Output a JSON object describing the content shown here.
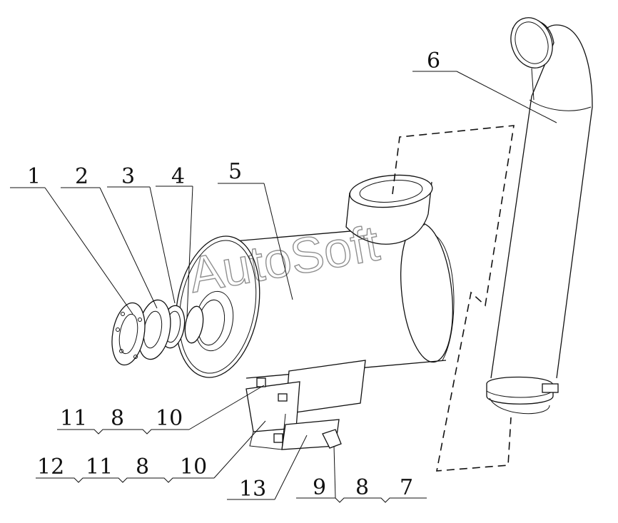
{
  "watermark": "AutoSoft",
  "callouts": {
    "c1": "1",
    "c2": "2",
    "c3": "3",
    "c4": "4",
    "c5": "5",
    "c6": "6",
    "r1": [
      "11",
      "8",
      "10"
    ],
    "r2": [
      "12",
      "11",
      "8",
      "10"
    ],
    "c13": "13",
    "r3": [
      "9",
      "8",
      "7"
    ]
  }
}
